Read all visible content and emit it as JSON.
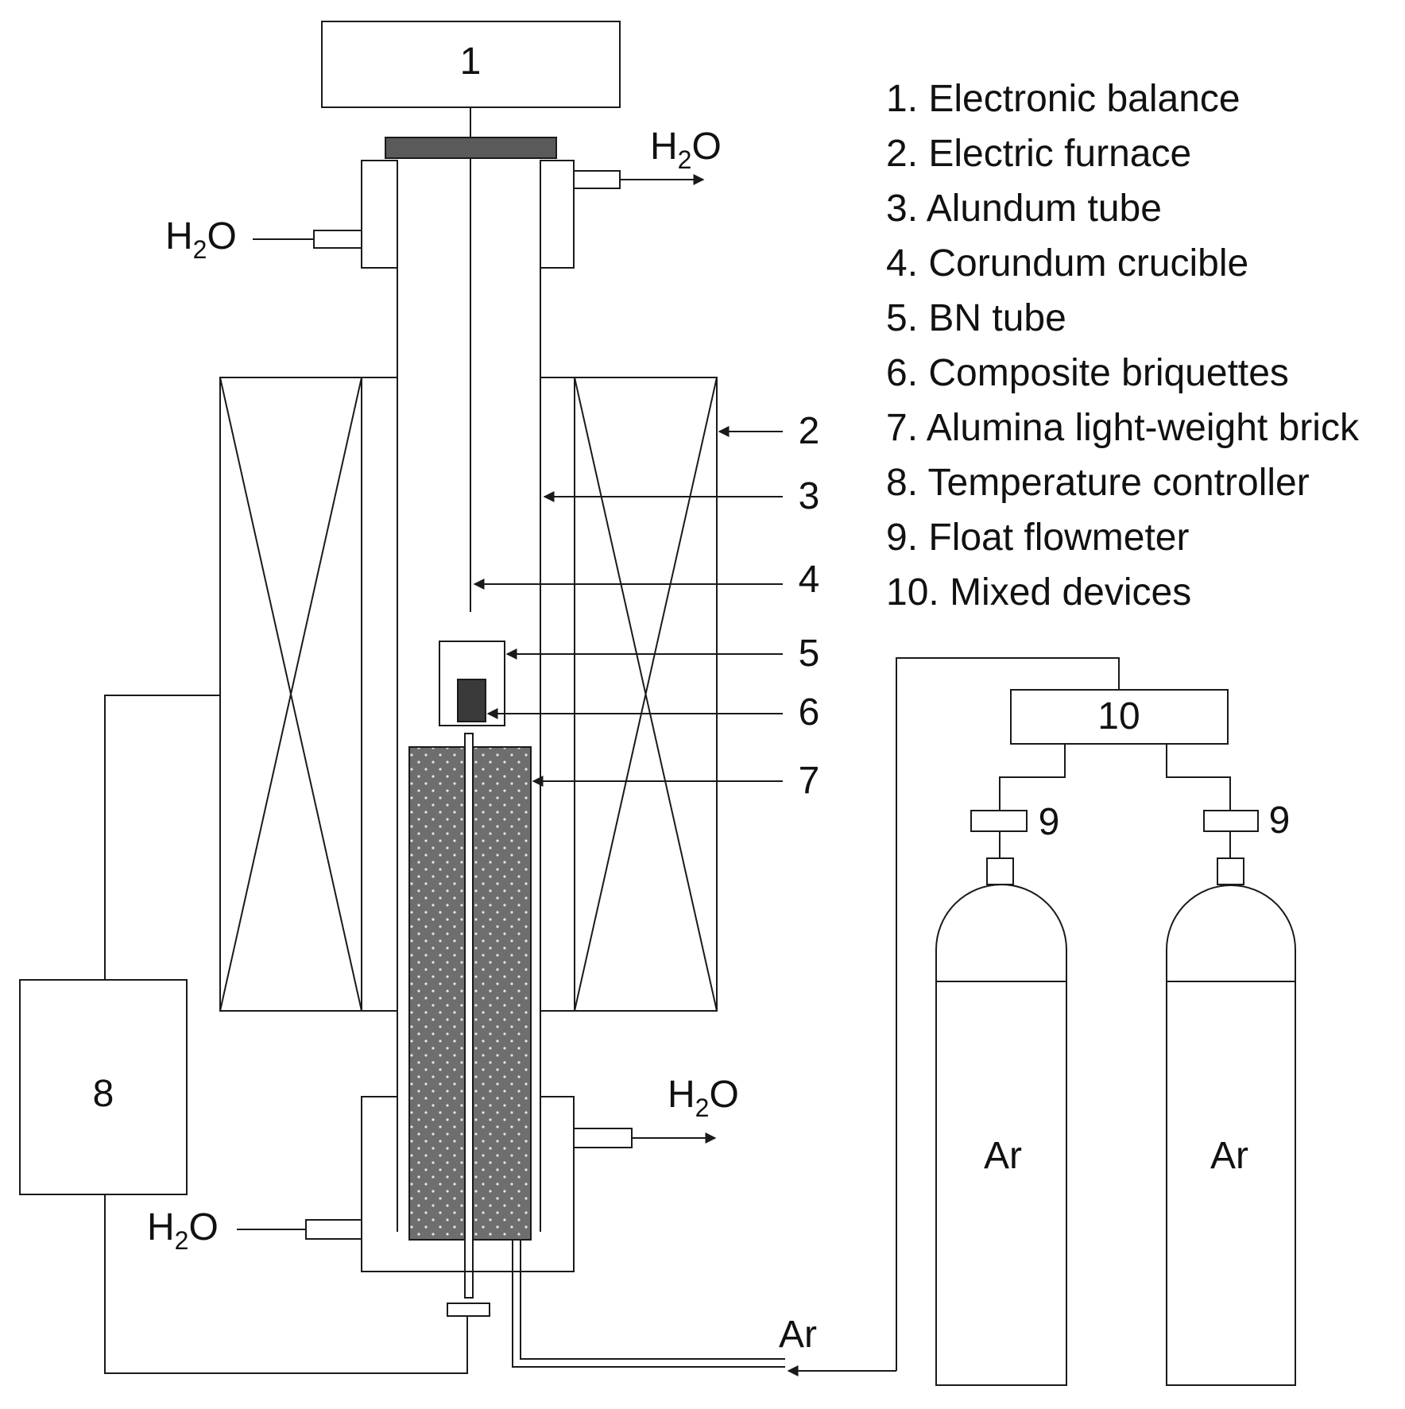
{
  "legend": [
    "1. Electronic balance",
    "2. Electric furnace",
    "3. Alundum  tube",
    "4. Corundum  crucible",
    "5. BN tube",
    "6. Composite briquettes",
    "7. Alumina  light-weight  brick",
    "8. Temperature  controller",
    "9. Float flowmeter",
    "10. Mixed devices"
  ],
  "callouts": {
    "n1": "1",
    "n2": "2",
    "n3": "3",
    "n4": "4",
    "n5": "5",
    "n6": "6",
    "n7": "7",
    "n8": "8",
    "n9a": "9",
    "n9b": "9",
    "n10": "10"
  },
  "water": {
    "main": "H",
    "sub": "2",
    "tail": "O"
  },
  "gas": {
    "inlet_label": "Ar",
    "cylinder_left": "Ar",
    "cylinder_right": "Ar"
  },
  "colors": {
    "line": "#1a1a1a",
    "brick_fill": "#6e6e6e",
    "briquette_fill": "#3a3a3a",
    "lid_fill": "#5a5a5a",
    "dot": "#e6e6e6"
  }
}
